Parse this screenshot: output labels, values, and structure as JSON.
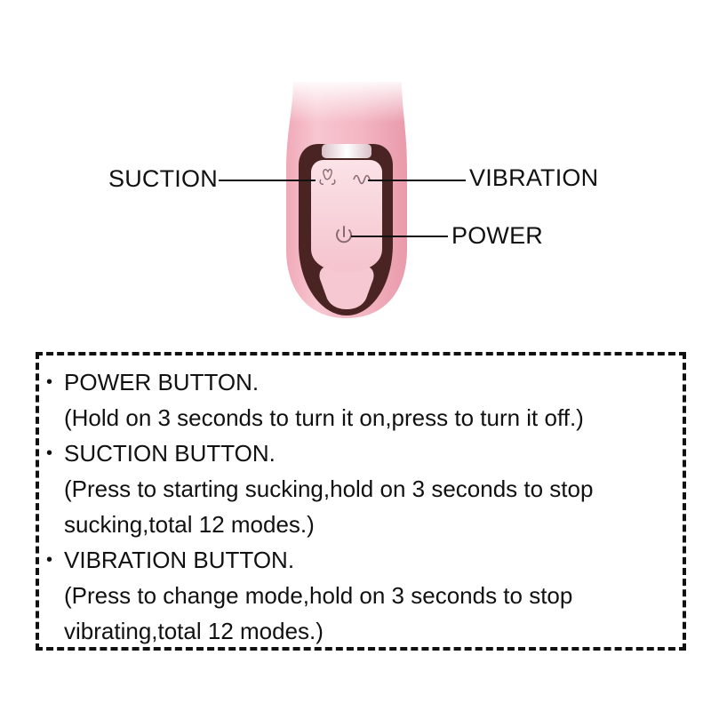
{
  "callouts": {
    "suction": "SUCTION",
    "vibration": "VIBRATION",
    "power": "POWER"
  },
  "icons": {
    "suction": "suction-icon",
    "vibration": "vibration-wave-icon",
    "power": "power-icon"
  },
  "colors": {
    "body_pink": "#f3b6c3",
    "frame_dark": "#4a2422",
    "panel_pink": "#f8d3db"
  },
  "instructions": {
    "bullet": "•",
    "items": [
      {
        "title": "POWER BUTTON.",
        "description": "(Hold on 3 seconds to turn it on,press to turn it off.)"
      },
      {
        "title": "SUCTION BUTTON.",
        "description": "(Press to starting sucking,hold on 3 seconds to stop sucking,total 12 modes.)"
      },
      {
        "title": "VIBRATION BUTTON.",
        "description": "(Press to change mode,hold on 3 seconds to stop vibrating,total 12 modes.)"
      }
    ]
  }
}
